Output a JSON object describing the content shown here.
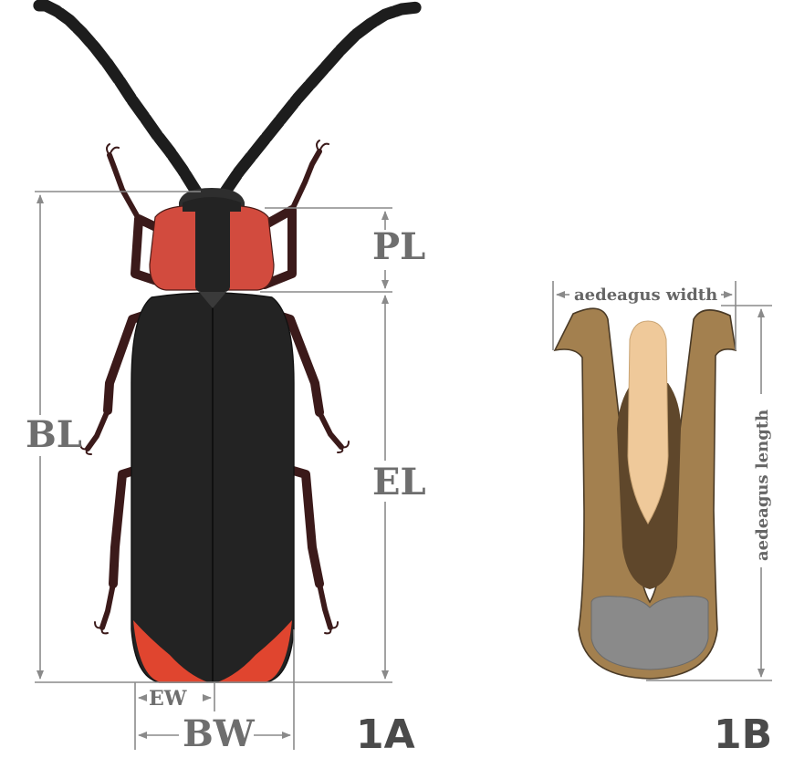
{
  "panel_a": {
    "label": "1A",
    "measurements": {
      "pronotum_length": "PL",
      "body_length": "BL",
      "elytron_length": "EL",
      "elytron_width": "EW",
      "body_width": "BW"
    }
  },
  "panel_b": {
    "label": "1B",
    "measurements": {
      "width": "aedeagus width",
      "length": "aedeagus length"
    }
  },
  "colors": {
    "body": "#232323",
    "pronotum": "#d24b3e",
    "legs": "#3b1a1a",
    "elytra_tip": "#e0452f",
    "aedeagus_outer": "#a3804f",
    "aedeagus_inner": "#5f472b",
    "aedeagus_median": "#efc99a",
    "aedeagus_base": "#8a8a8a"
  }
}
